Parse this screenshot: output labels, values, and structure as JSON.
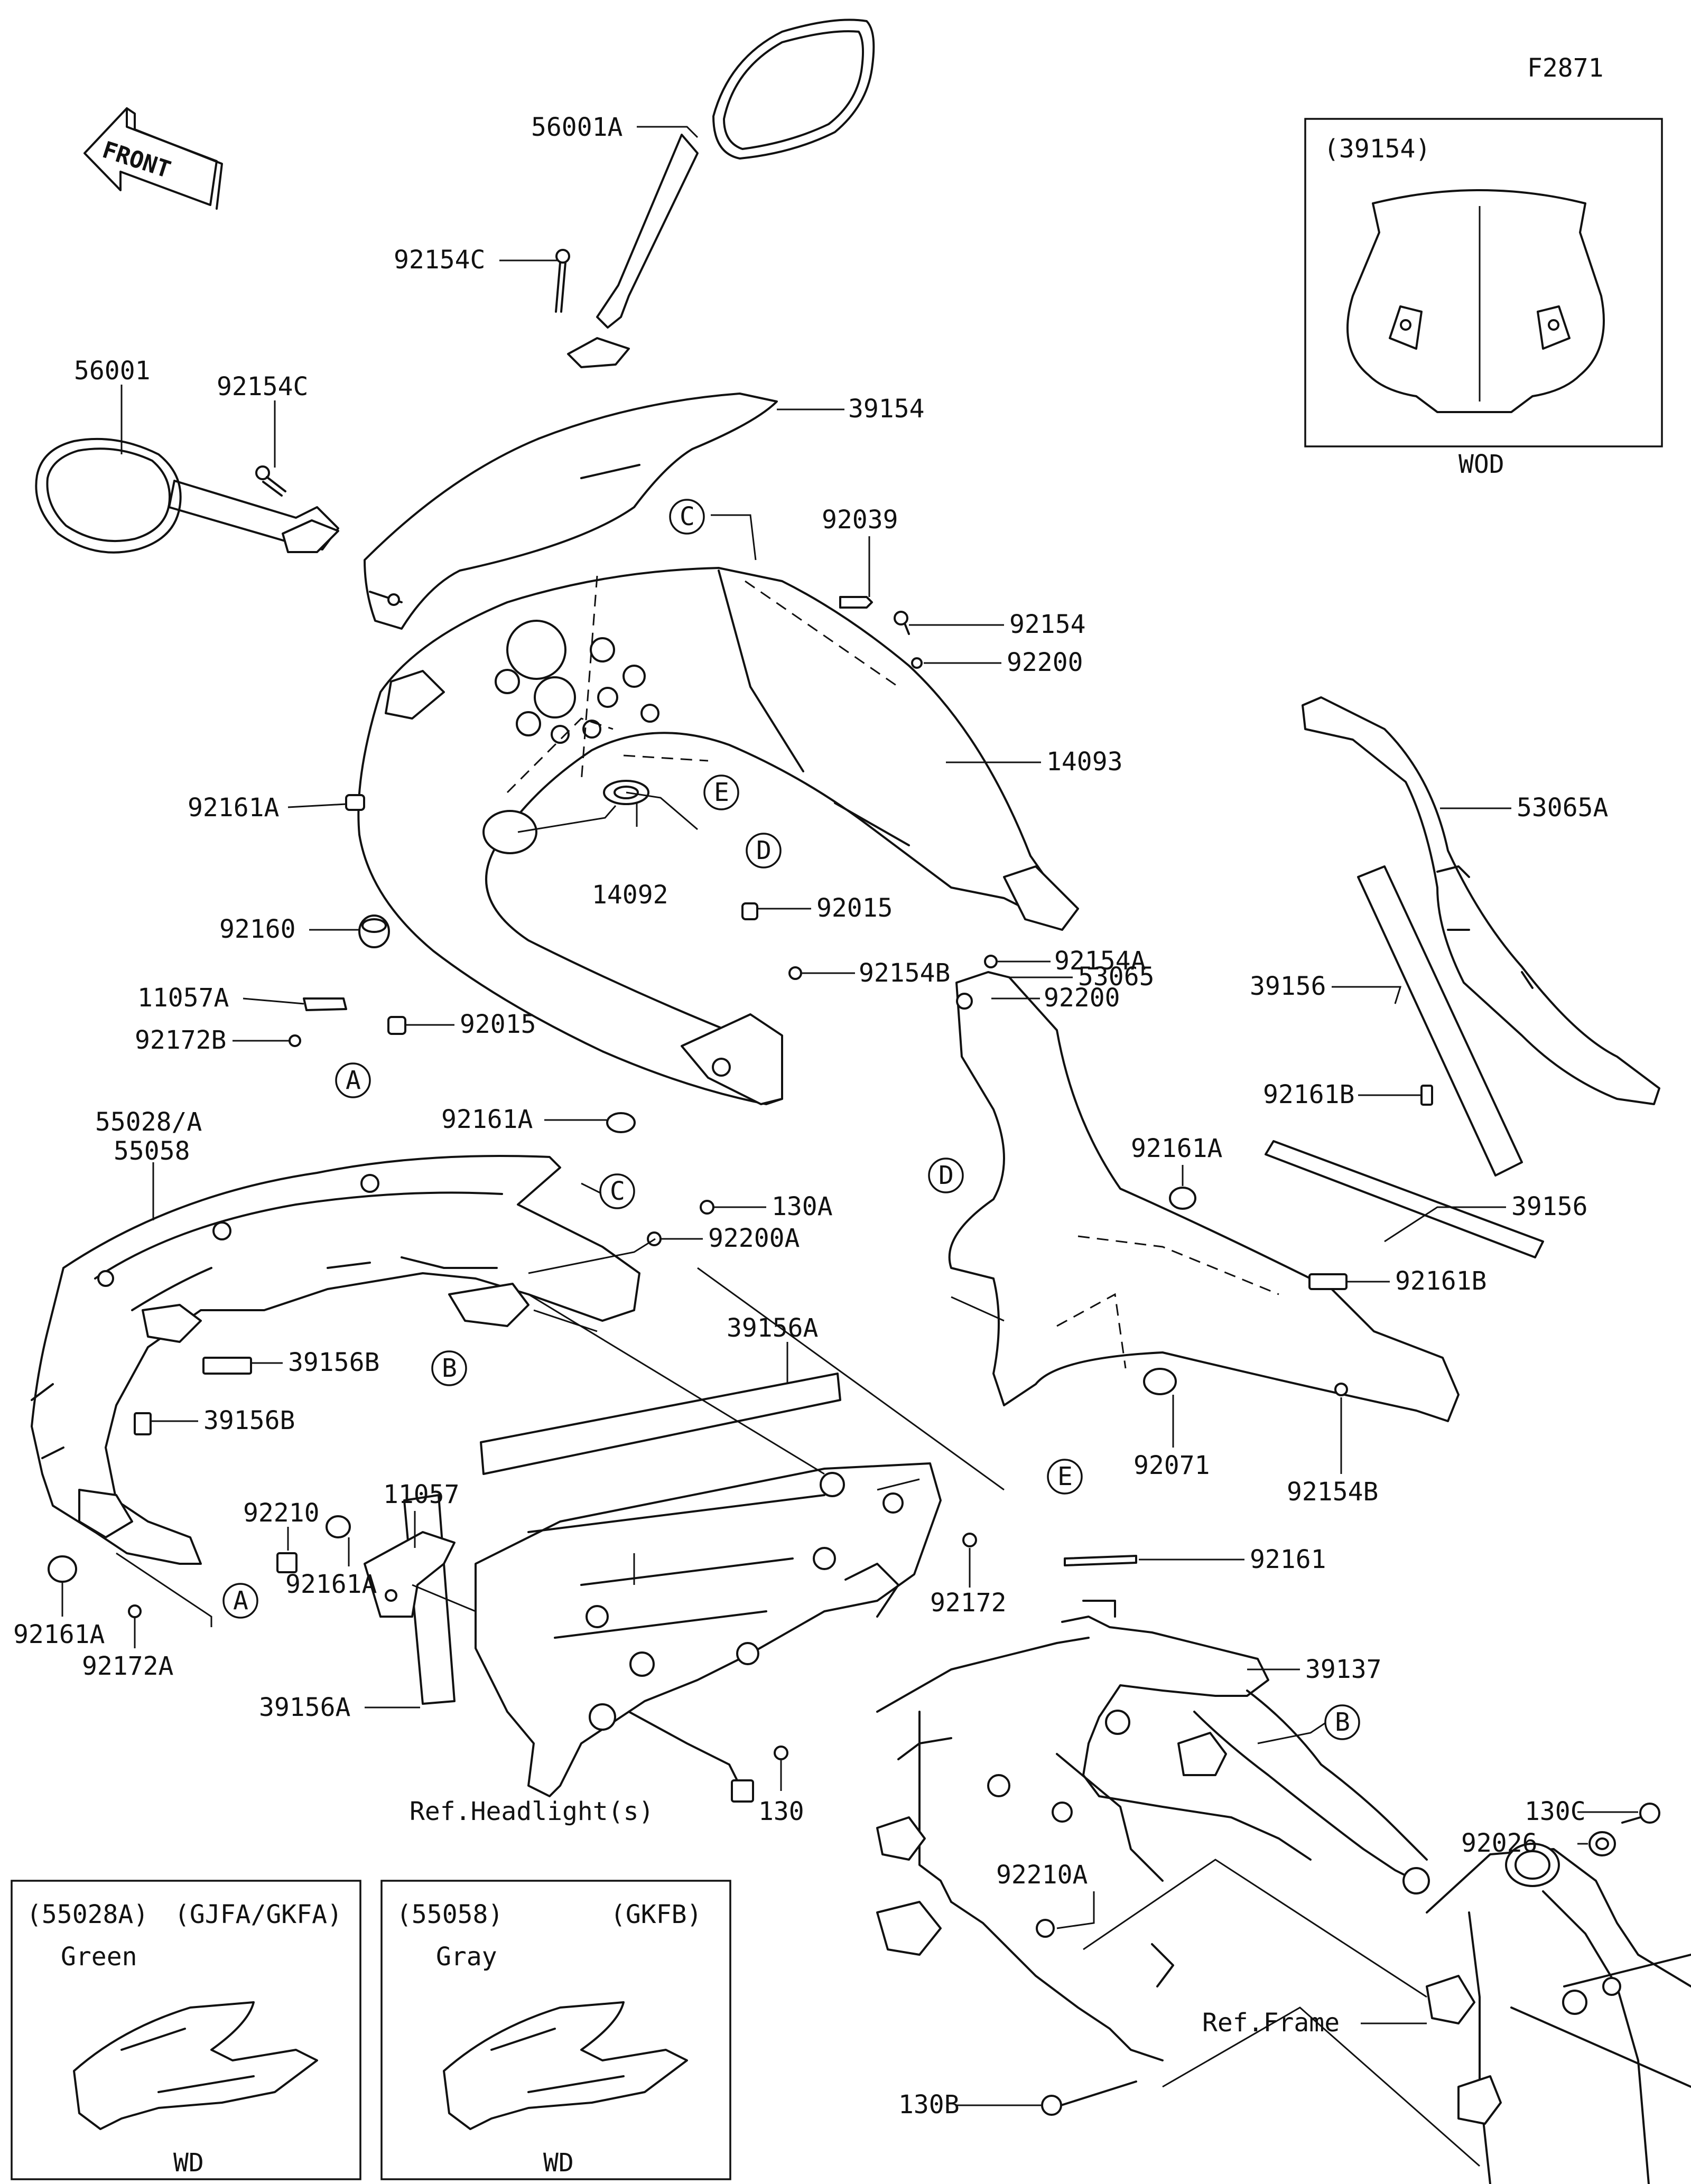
{
  "figure_code": "F2871",
  "front_arrow_label": "FRONT",
  "callouts": [
    {
      "id": "p56001a",
      "text": "56001A"
    },
    {
      "id": "p92154c_top",
      "text": "92154C"
    },
    {
      "id": "p56001",
      "text": "56001"
    },
    {
      "id": "p92154c_left",
      "text": "92154C"
    },
    {
      "id": "p39154",
      "text": "39154"
    },
    {
      "id": "p92039",
      "text": "92039"
    },
    {
      "id": "p92154",
      "text": "92154"
    },
    {
      "id": "p92200_top",
      "text": "92200"
    },
    {
      "id": "p14093",
      "text": "14093"
    },
    {
      "id": "p92161a_1",
      "text": "92161A"
    },
    {
      "id": "p14092",
      "text": "14092"
    },
    {
      "id": "p92015_r",
      "text": "92015"
    },
    {
      "id": "p92160",
      "text": "92160"
    },
    {
      "id": "p11057a",
      "text": "11057A"
    },
    {
      "id": "p92172b",
      "text": "92172B"
    },
    {
      "id": "p92015_l",
      "text": "92015"
    },
    {
      "id": "p92161a_2",
      "text": "92161A"
    },
    {
      "id": "p92154b_top",
      "text": "92154B"
    },
    {
      "id": "p92154a",
      "text": "92154A"
    },
    {
      "id": "p92200_mid",
      "text": "92200"
    },
    {
      "id": "p53065",
      "text": "53065"
    },
    {
      "id": "p53065a",
      "text": "53065A"
    },
    {
      "id": "p39156_top",
      "text": "39156"
    },
    {
      "id": "p92161b_top",
      "text": "92161B"
    },
    {
      "id": "p92161a_3",
      "text": "92161A"
    },
    {
      "id": "p39156_mid",
      "text": "39156"
    },
    {
      "id": "p92161b_mid",
      "text": "92161B"
    },
    {
      "id": "p55028a",
      "text": "55028/A"
    },
    {
      "id": "p55058",
      "text": "55058"
    },
    {
      "id": "p130a",
      "text": "130A"
    },
    {
      "id": "p92200a",
      "text": "92200A"
    },
    {
      "id": "p39156a_top",
      "text": "39156A"
    },
    {
      "id": "p39156b_1",
      "text": "39156B"
    },
    {
      "id": "p39156b_2",
      "text": "39156B"
    },
    {
      "id": "p11057",
      "text": "11057"
    },
    {
      "id": "p92210",
      "text": "92210"
    },
    {
      "id": "p92071",
      "text": "92071"
    },
    {
      "id": "p92154b_bot",
      "text": "92154B"
    },
    {
      "id": "p92161",
      "text": "92161"
    },
    {
      "id": "p92172",
      "text": "92172"
    },
    {
      "id": "p92161a_4",
      "text": "92161A"
    },
    {
      "id": "p92161a_5",
      "text": "92161A"
    },
    {
      "id": "p92172a",
      "text": "92172A"
    },
    {
      "id": "p39156a_bot",
      "text": "39156A"
    },
    {
      "id": "p39137",
      "text": "39137"
    },
    {
      "id": "p130",
      "text": "130"
    },
    {
      "id": "p_headlight",
      "text": "Ref.Headlight(s)"
    },
    {
      "id": "p130c",
      "text": "130C"
    },
    {
      "id": "p92026",
      "text": "92026"
    },
    {
      "id": "p92210a",
      "text": "92210A"
    },
    {
      "id": "p_frame",
      "text": "Ref.Frame"
    },
    {
      "id": "p130b",
      "text": "130B"
    }
  ],
  "ref_markers": [
    {
      "id": "mC1",
      "text": "C"
    },
    {
      "id": "mE1",
      "text": "E"
    },
    {
      "id": "mD1",
      "text": "D"
    },
    {
      "id": "mA1",
      "text": "A"
    },
    {
      "id": "mD2",
      "text": "D"
    },
    {
      "id": "mC2",
      "text": "C"
    },
    {
      "id": "mB1",
      "text": "B"
    },
    {
      "id": "mA2",
      "text": "A"
    },
    {
      "id": "mE2",
      "text": "E"
    },
    {
      "id": "mB2",
      "text": "B"
    }
  ],
  "insets": [
    {
      "id": "wod",
      "code": "(39154)",
      "caption": "WOD"
    },
    {
      "id": "green",
      "code": "(55028A)",
      "variant": "(GJFA/GKFA)",
      "color": "Green",
      "caption": "WD"
    },
    {
      "id": "gray",
      "code": "(55058)",
      "variant": "(GKFB)",
      "color": "Gray",
      "caption": "WD"
    }
  ]
}
